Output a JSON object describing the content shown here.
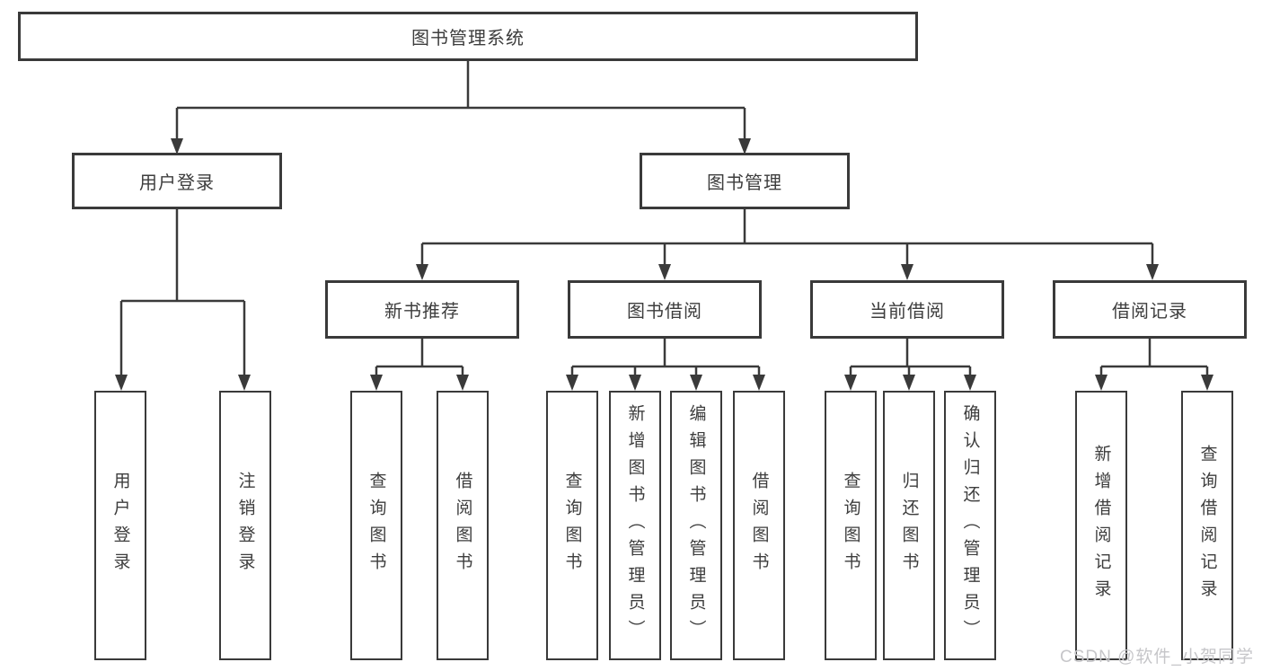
{
  "diagram": {
    "root": "图书管理系统",
    "branch_user": {
      "label": "用户登录",
      "children": [
        "用户登录",
        "注销登录"
      ]
    },
    "branch_book": {
      "label": "图书管理",
      "sections": [
        {
          "label": "新书推荐",
          "children": [
            "查询图书",
            "借阅图书"
          ]
        },
        {
          "label": "图书借阅",
          "children": [
            "查询图书",
            "新增图书（管理员）",
            "编辑图书（管理员）",
            "借阅图书"
          ]
        },
        {
          "label": "当前借阅",
          "children": [
            "查询图书",
            "归还图书",
            "确认归还（管理员）"
          ]
        },
        {
          "label": "借阅记录",
          "children": [
            "新增借阅记录",
            "查询借阅记录"
          ]
        }
      ]
    }
  },
  "watermark": "CSDN @软件_小贺同学",
  "colors": {
    "line": "#3a3a3a",
    "box_border": "#3a3a3a",
    "text": "#3d3d3d",
    "background": "#ffffff",
    "watermark_color": "#c6c6c9"
  }
}
